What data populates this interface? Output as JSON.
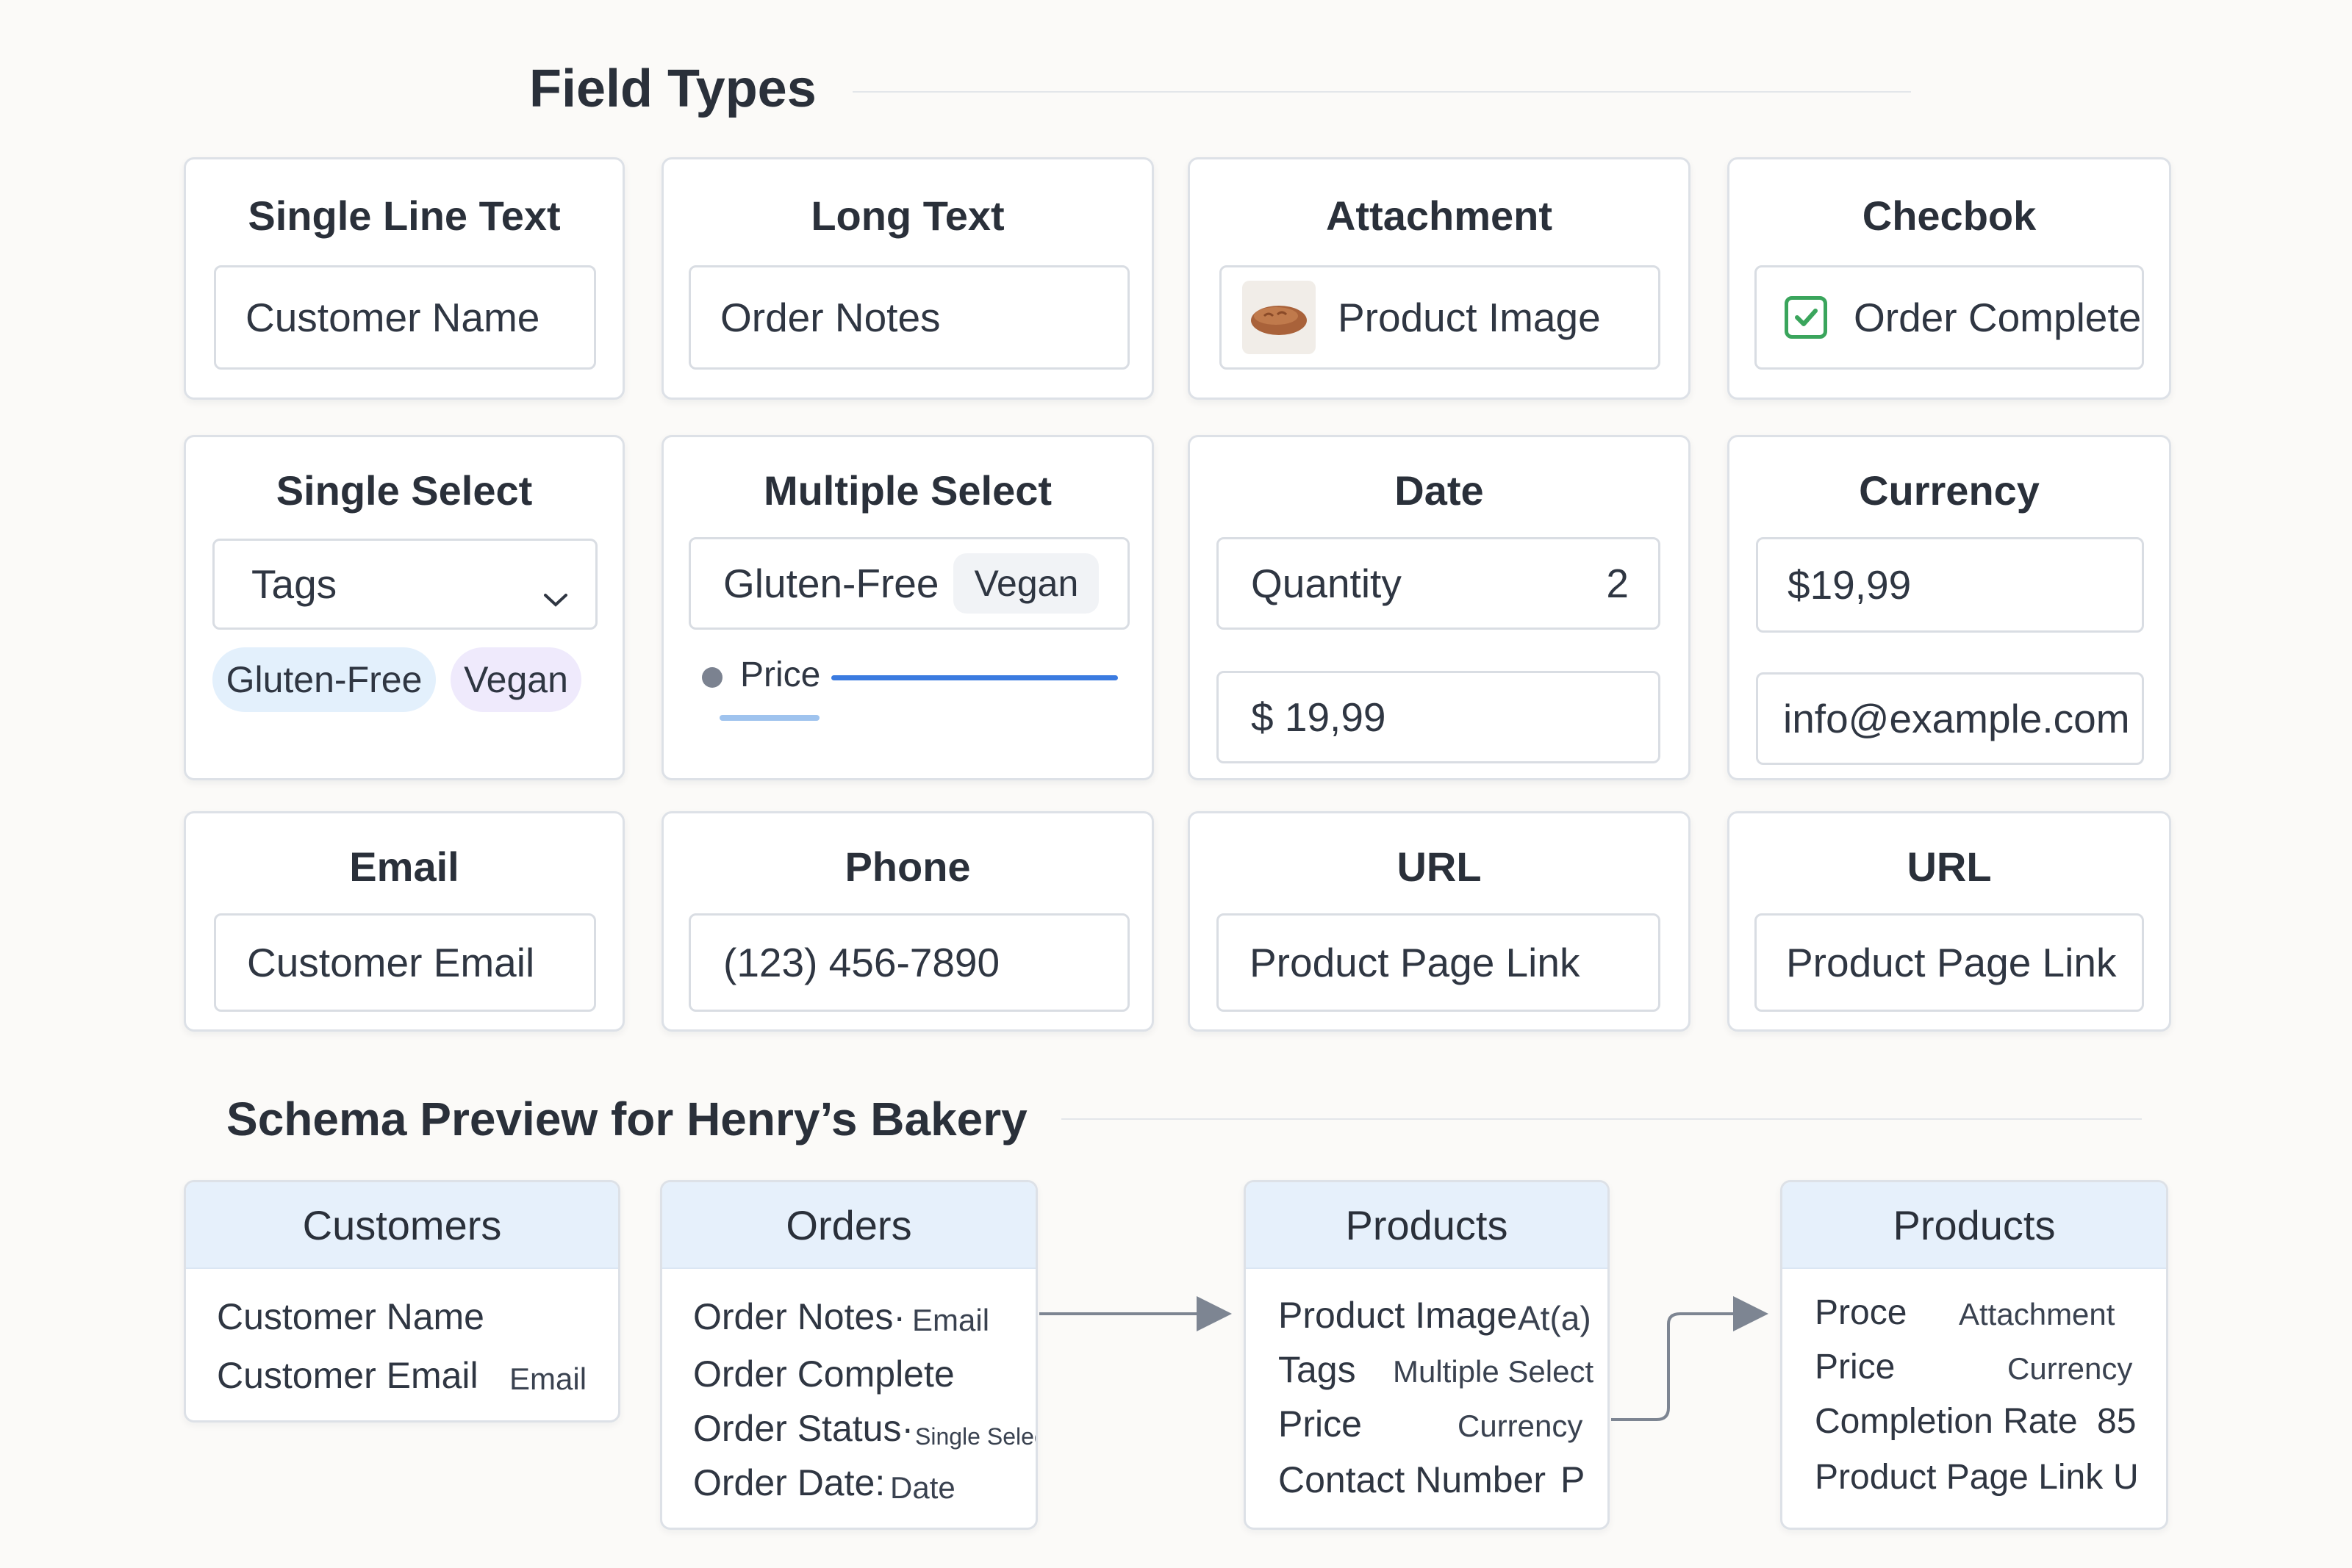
{
  "field_types": {
    "title": "Field Types",
    "single_line_text": {
      "title": "Single Line Text",
      "value": "Customer Name"
    },
    "long_text": {
      "title": "Long Text",
      "value": "Order Notes"
    },
    "attachment": {
      "title": "Attachment",
      "value": "Product Image"
    },
    "checkbox": {
      "title": "Checbok",
      "value": "Order Complete",
      "checked": true
    },
    "single_select": {
      "title": "Single Select",
      "value": "Tags",
      "chips": [
        "Gluten-Free",
        "Vegan"
      ]
    },
    "multiple_select": {
      "title": "Multiple Select",
      "value": "Gluten-Free",
      "chip": "Vegan",
      "slider_label": "Price"
    },
    "date": {
      "title": "Date",
      "quantity_label": "Quantity",
      "quantity_value": "2",
      "price_value": "$ 19,99"
    },
    "currency": {
      "title": "Currency",
      "value": "$19,99",
      "email_value": "info@example.com"
    },
    "email": {
      "title": "Email",
      "value": "Customer Email"
    },
    "phone": {
      "title": "Phone",
      "value": "(123) 456-7890"
    },
    "url_1": {
      "title": "URL",
      "value": "Product Page Link"
    },
    "url_2": {
      "title": "URL",
      "value": "Product Page Link"
    }
  },
  "schema": {
    "title": "Schema Preview for Henry’s Bakery",
    "customers": {
      "title": "Customers",
      "rows": [
        {
          "name": "Customer Name",
          "type": ""
        },
        {
          "name": "Customer Email",
          "type": "Email"
        }
      ]
    },
    "orders": {
      "title": "Orders",
      "rows": [
        {
          "name": "Order Notes·",
          "type": "Email"
        },
        {
          "name": "Order Complete",
          "type": ""
        },
        {
          "name": "Order Status·",
          "type": "Single Select"
        },
        {
          "name": "Order Date:",
          "type": "Date"
        }
      ]
    },
    "products_1": {
      "title": "Products",
      "rows": [
        {
          "name": "Product Image",
          "type": "At(a)"
        },
        {
          "name": "Tags",
          "type": "Multiple Select"
        },
        {
          "name": "Price",
          "type": "Currency"
        },
        {
          "name": "Contact Number",
          "type": "P"
        }
      ]
    },
    "products_2": {
      "title": "Products",
      "rows": [
        {
          "name": "Proce",
          "type": "Attachment"
        },
        {
          "name": "Price",
          "type": "Currency"
        },
        {
          "name": "Completion Rate",
          "type": "85"
        },
        {
          "name": "Product Page Link",
          "type": "U"
        }
      ]
    }
  },
  "colors": {
    "accent_blue": "#3b7be0",
    "chip_blue": "#e3f0fc",
    "chip_lavender": "#efeafc",
    "check_green": "#3aa55c",
    "schema_header": "#e6f0fb"
  },
  "icons": {
    "dropdown": "chevron-down-icon",
    "attachment": "bread-thumbnail-icon",
    "checkbox": "checkbox-checked-icon",
    "slider": "slider-dot-icon"
  }
}
